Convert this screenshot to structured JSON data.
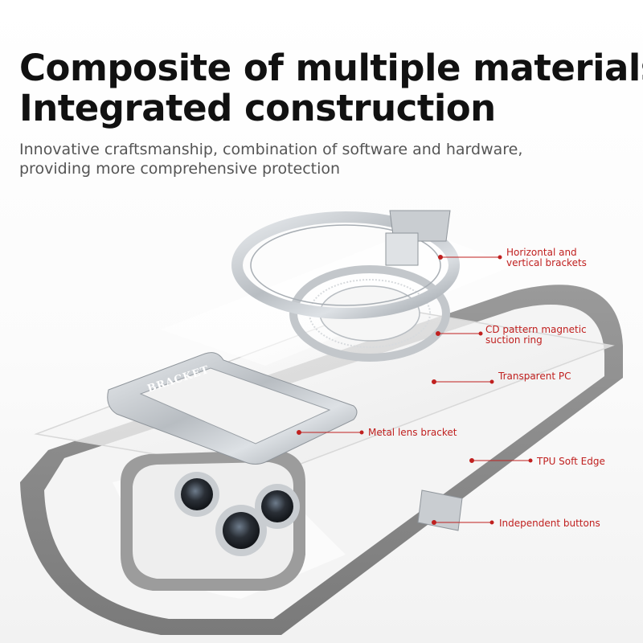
{
  "headline": {
    "line1": "Composite of multiple materials",
    "line2": "Integrated construction"
  },
  "subtitle": {
    "line1": "Innovative craftsmanship, combination of software and hardware,",
    "line2": "providing more comprehensive protection"
  },
  "lens_bracket_engraving": "BRACKET",
  "callouts": {
    "brackets": {
      "line1": "Horizontal and",
      "line2": "vertical brackets"
    },
    "ring": {
      "line1": "CD pattern magnetic",
      "line2": "suction ring"
    },
    "pc": "Transparent PC",
    "lens": "Metal lens bracket",
    "tpu": "TPU Soft Edge",
    "buttons": "Independent buttons"
  },
  "colors": {
    "callout_red": "#c0201f",
    "headline": "#111111",
    "subtitle": "#555555",
    "tpu_frame": "#8a8a8a",
    "metal": "#c9cdd1"
  }
}
